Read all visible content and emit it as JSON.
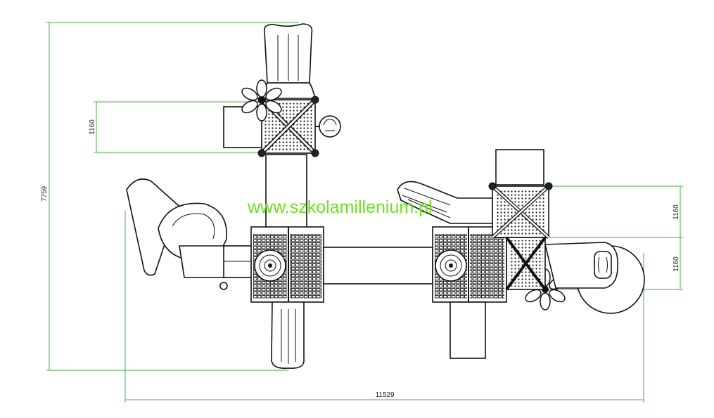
{
  "watermark": "www.szkolamillenium.pl",
  "dimensions": {
    "total_depth": "7759",
    "left_tower_height": "1160",
    "right_upper": "1160",
    "right_lower": "1160",
    "total_width": "11529"
  },
  "colors": {
    "dimension_line": "#3cb43c",
    "watermark": "#6ee01e",
    "drawing": "#111111"
  }
}
